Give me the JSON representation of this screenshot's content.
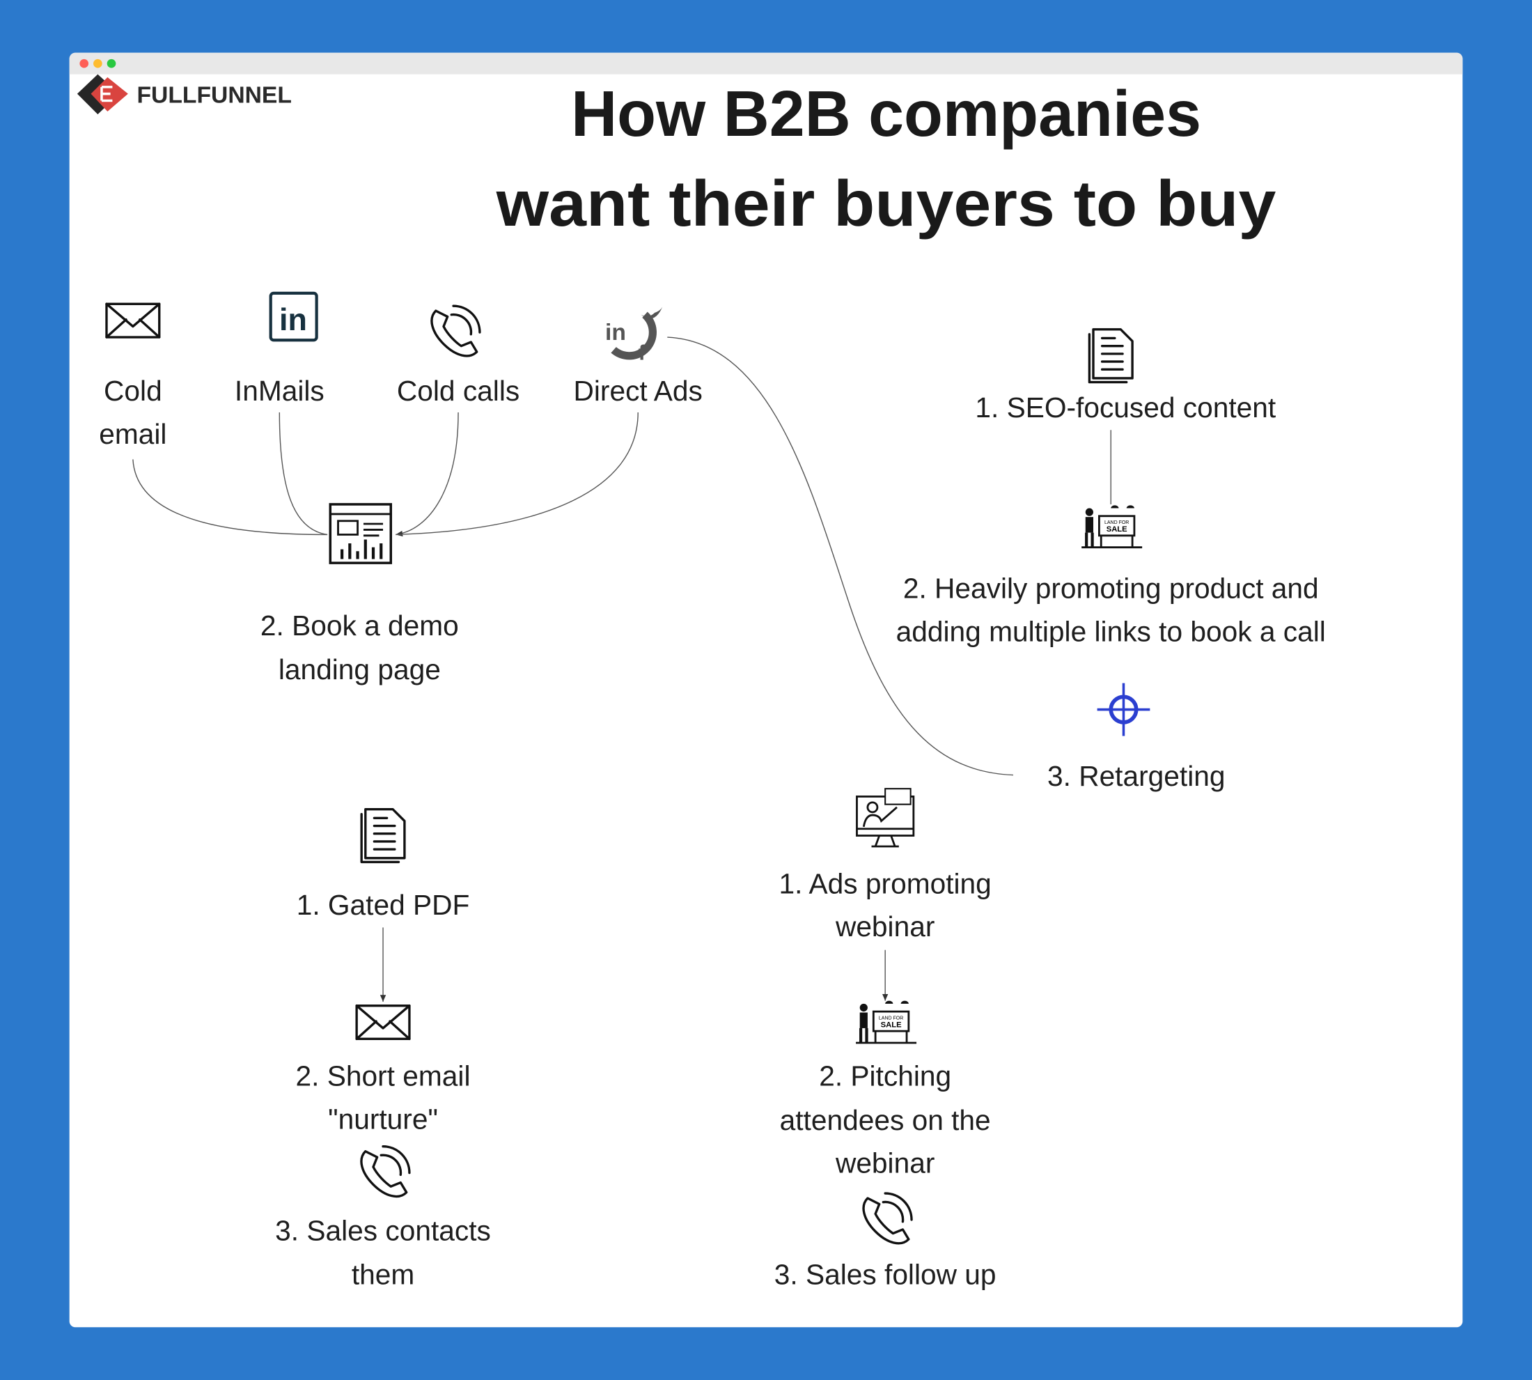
{
  "window": {
    "controls": [
      "close",
      "minimize",
      "maximize"
    ],
    "colors": {
      "background": "#2b79cc",
      "close": "#fe5f57",
      "minimize": "#febc2e",
      "maximize": "#28c840",
      "accent": "#2b3fd0"
    }
  },
  "logo": {
    "text": "FULLFUNNEL"
  },
  "title": {
    "line1": "How B2B companies",
    "line2": "want their buyers to buy"
  },
  "outbound": {
    "channels": [
      {
        "icon": "envelope-icon",
        "lines": [
          "Cold",
          "email"
        ]
      },
      {
        "icon": "linkedin-icon",
        "lines": [
          "InMails"
        ]
      },
      {
        "icon": "phone-icon",
        "lines": [
          "Cold calls"
        ]
      },
      {
        "icon": "social-ads-icon",
        "lines": [
          "Direct Ads"
        ]
      }
    ],
    "destination": {
      "icon": "landing-page-icon",
      "lines": [
        "2. Book a demo",
        "landing page"
      ]
    }
  },
  "seo_flow": {
    "steps": [
      {
        "icon": "document-icon",
        "lines": [
          "1. SEO-focused content"
        ]
      },
      {
        "icon": "sale-sign-icon",
        "lines": [
          "2. Heavily promoting product and",
          "adding multiple links to book a call"
        ]
      },
      {
        "icon": "crosshair-icon",
        "lines": [
          "3. Retargeting"
        ]
      }
    ]
  },
  "gated_flow": {
    "steps": [
      {
        "icon": "document-icon",
        "lines": [
          "1. Gated PDF"
        ]
      },
      {
        "icon": "envelope-icon",
        "lines": [
          "2. Short email",
          "\"nurture\""
        ]
      },
      {
        "icon": "phone-icon",
        "lines": [
          "3. Sales contacts",
          "them"
        ]
      }
    ]
  },
  "webinar_flow": {
    "steps": [
      {
        "icon": "webinar-icon",
        "lines": [
          "1. Ads promoting",
          "webinar"
        ]
      },
      {
        "icon": "sale-sign-icon",
        "lines": [
          "2. Pitching",
          "attendees on the",
          "webinar"
        ]
      },
      {
        "icon": "phone-icon",
        "lines": [
          "3. Sales follow up"
        ]
      }
    ]
  }
}
